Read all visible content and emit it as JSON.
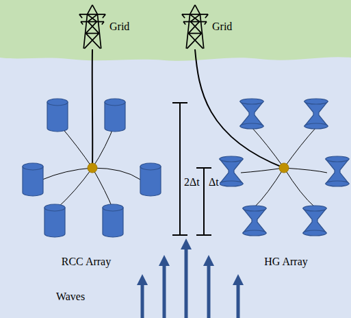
{
  "diagram": {
    "labels": [
      "Grid",
      "Grid",
      "RCC Array",
      "2Δt",
      "Δt",
      "HG Array",
      "Waves"
    ]
  }
}
